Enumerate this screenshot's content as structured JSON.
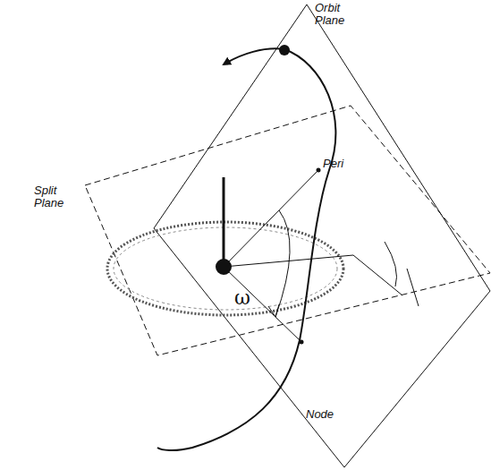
{
  "diagram": {
    "labels": [
      "Orbit Plane",
      "Split Plane",
      "Peri",
      "Node",
      "ω"
    ]
  }
}
